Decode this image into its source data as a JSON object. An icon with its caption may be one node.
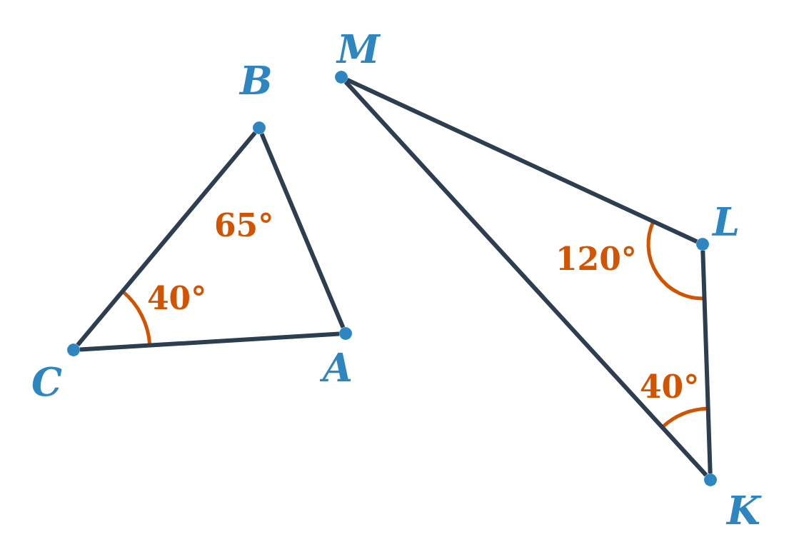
{
  "diagram": {
    "nodes": [
      {
        "text": [],
        "shape": "circle",
        "beside": [
          "B"
        ]
      },
      {
        "text": [],
        "shape": "circle",
        "beside": [
          "A"
        ]
      },
      {
        "text": [],
        "shape": "circle",
        "beside": [
          "C"
        ]
      },
      {
        "text": [],
        "shape": "circle",
        "beside": [
          "M"
        ]
      },
      {
        "text": [],
        "shape": "circle",
        "beside": [
          "L"
        ]
      },
      {
        "text": [],
        "shape": "circle",
        "beside": [
          "K"
        ]
      }
    ],
    "edges": [
      {
        "from": 2,
        "to": 0,
        "arrow": "none"
      },
      {
        "from": 0,
        "to": 1,
        "arrow": "none"
      },
      {
        "from": 1,
        "to": 2,
        "arrow": "none"
      },
      {
        "from": 3,
        "to": 4,
        "arrow": "none"
      },
      {
        "from": 4,
        "to": 5,
        "arrow": "none"
      },
      {
        "from": 5,
        "to": 3,
        "arrow": "none"
      }
    ],
    "labels": [
      "65°",
      "40°",
      "120°",
      "40°"
    ]
  }
}
